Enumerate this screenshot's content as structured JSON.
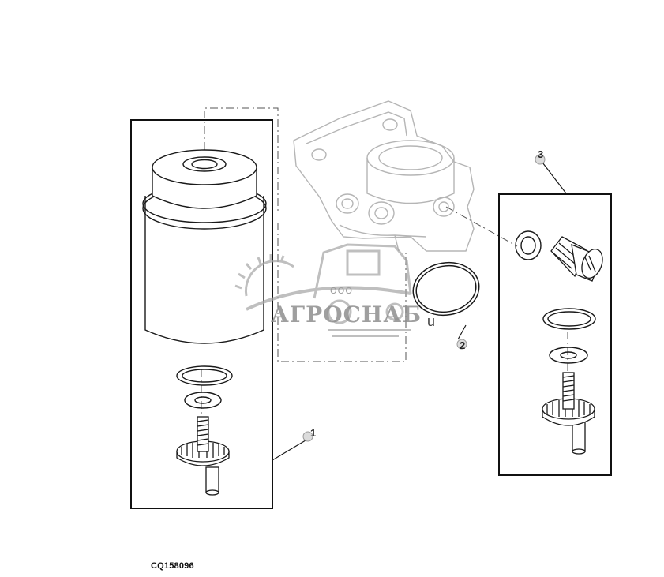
{
  "diagram": {
    "drawing_id": "CQ158096",
    "callouts": [
      "1",
      "2",
      "3"
    ],
    "stray_mark": "u"
  },
  "watermark": {
    "company_prefix": "ООО",
    "company_name": "АГРОСНАБ"
  },
  "colors": {
    "line": "#1a1a1a",
    "ghost_line": "#b5b5b5",
    "watermark": "#9a9a9a"
  }
}
